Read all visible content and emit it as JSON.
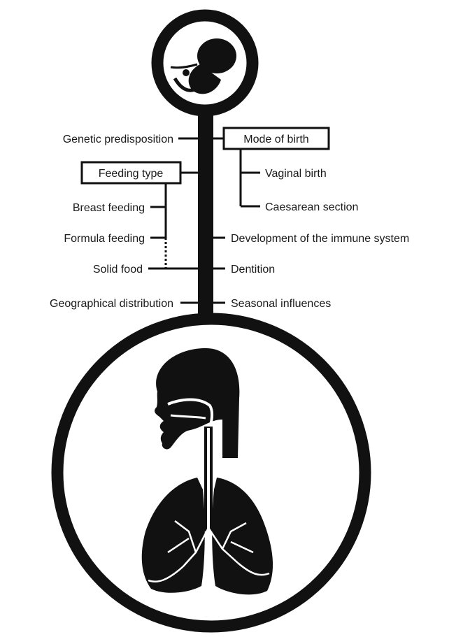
{
  "labels": {
    "genetic_predisposition": "Genetic predisposition",
    "mode_of_birth": "Mode of birth",
    "vaginal_birth": "Vaginal birth",
    "caesarean_section": "Caesarean section",
    "feeding_type": "Feeding type",
    "breast_feeding": "Breast feeding",
    "formula_feeding": "Formula feeding",
    "solid_food": "Solid food",
    "immune_system": "Development of the immune system",
    "dentition": "Dentition",
    "geographical_distribution": "Geographical distribution",
    "seasonal_influences": "Seasonal influences"
  },
  "icons": {
    "top": "fetus-icon",
    "bottom": "respiratory-tract-icon"
  },
  "colors": {
    "ink": "#111111",
    "background": "#ffffff"
  }
}
